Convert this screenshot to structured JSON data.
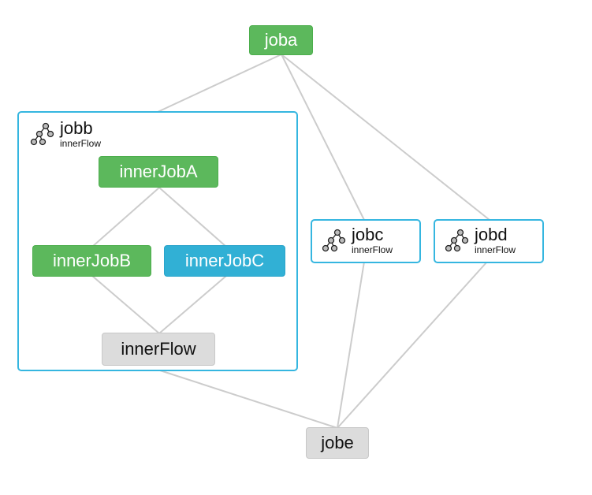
{
  "nodes": {
    "joba": "joba",
    "jobe": "jobe",
    "innerJobA": "innerJobA",
    "innerJobB": "innerJobB",
    "innerJobC": "innerJobC",
    "innerFlow": "innerFlow"
  },
  "flows": {
    "jobb": {
      "name": "jobb",
      "sub": "innerFlow"
    },
    "jobc": {
      "name": "jobc",
      "sub": "innerFlow"
    },
    "jobd": {
      "name": "jobd",
      "sub": "innerFlow"
    }
  },
  "colors": {
    "success": "#5cb85c",
    "running": "#31b0d5",
    "pending": "#dcdcdc",
    "edge": "#cccccc",
    "flow_border": "#35b6e0"
  },
  "icons": {
    "flow": "flow-tree-icon"
  }
}
